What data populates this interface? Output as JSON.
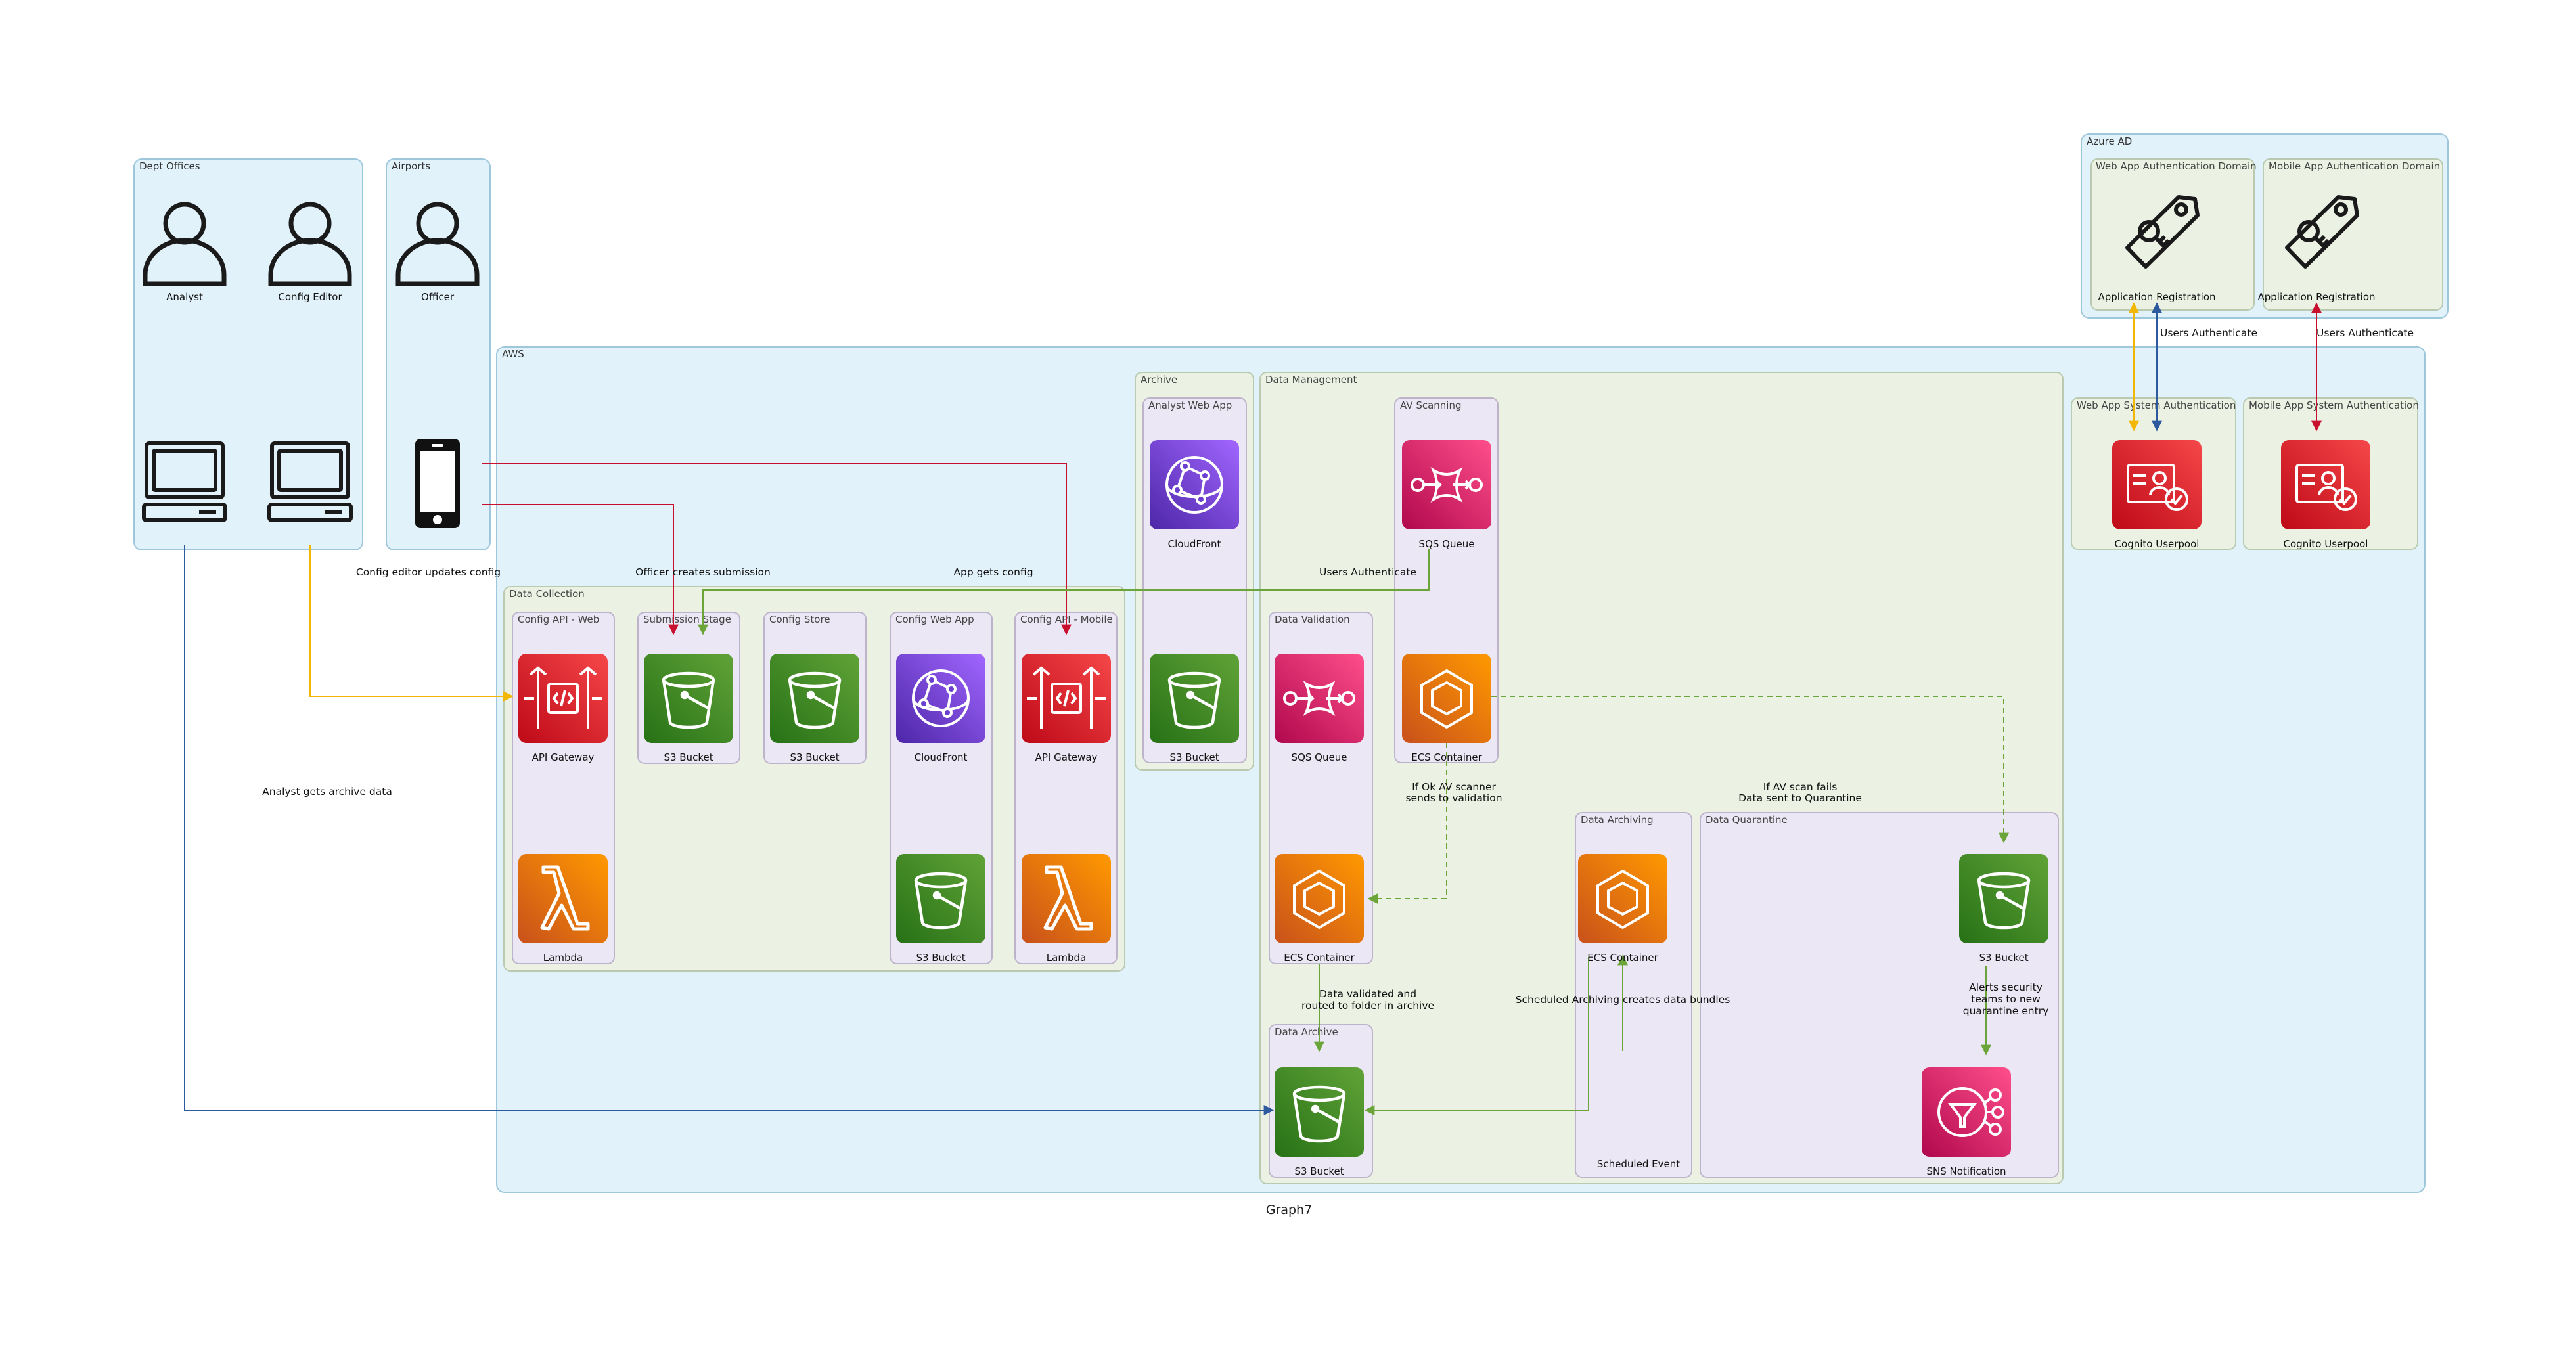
{
  "title": "Graph7",
  "colors": {
    "person_bg": "#e1f2fb",
    "person_stroke": "#9fc7dc",
    "aws_bg": "#e1f2fb",
    "group_bg": "#ebf2e3",
    "group_stroke": "#b9cab0",
    "subgroup_bg": "#ece7f4",
    "subgroup_stroke": "#bdb4cc",
    "green_start": "#60a337",
    "green_end": "#277116",
    "red_start": "#f54749",
    "red_end": "#be0917",
    "purple_start": "#945df2",
    "purple_end": "#5a30b5",
    "pink_start": "#ff4f8b",
    "pink_end": "#bc1356",
    "orange_start": "#f78e04",
    "orange_end": "#d05c17",
    "edge_red": "#c8102e",
    "edge_yellow": "#f2b705",
    "edge_green": "#6ba539",
    "edge_blue": "#2d5a9e"
  },
  "clusters": {
    "dept_offices": "Dept Offices",
    "airports": "Airports",
    "azure_ad": "Azure AD",
    "web_auth_domain": "Web App Authentication Domain",
    "mobile_auth_domain": "Mobile App Authentication Domain",
    "aws": "AWS",
    "web_sys_auth": "Web App System Authentication",
    "mobile_sys_auth": "Mobile App System Authentication",
    "archive": "Archive",
    "analyst_web_app": "Analyst Web App",
    "data_management": "Data Management",
    "av_scanning": "AV Scanning",
    "data_validation": "Data Validation",
    "data_archiving": "Data Archiving",
    "data_quarantine": "Data Quarantine",
    "data_archive": "Data Archive",
    "data_collection": "Data Collection",
    "config_api_web": "Config API - Web",
    "submission_stage": "Submission Stage",
    "config_store": "Config Store",
    "config_web_app": "Config Web App",
    "config_api_mobile": "Config API - Mobile"
  },
  "nodes": {
    "analyst": {
      "label": "Analyst",
      "icon": "user-icon"
    },
    "config_editor": {
      "label": "Config Editor",
      "icon": "user-icon"
    },
    "officer": {
      "label": "Officer",
      "icon": "user-icon"
    },
    "laptop_analyst": {
      "label": "",
      "icon": "laptop-icon"
    },
    "laptop_editor": {
      "label": "",
      "icon": "laptop-icon"
    },
    "mobile": {
      "label": "",
      "icon": "mobile-phone-icon"
    },
    "app_reg_web": {
      "label": "Application Registration",
      "icon": "app-registration-key-icon"
    },
    "app_reg_mobile": {
      "label": "Application Registration",
      "icon": "app-registration-key-icon"
    },
    "cognito_web": {
      "label": "Cognito Userpool",
      "icon": "cognito-icon"
    },
    "cognito_mobile": {
      "label": "Cognito Userpool",
      "icon": "cognito-icon"
    },
    "cloudfront_archive": {
      "label": "CloudFront",
      "icon": "cloudfront-icon"
    },
    "s3_archive_app": {
      "label": "S3 Bucket",
      "icon": "s3-bucket-icon"
    },
    "sqs_av": {
      "label": "SQS Queue",
      "icon": "sqs-queue-icon"
    },
    "ecs_av": {
      "label": "ECS Container",
      "icon": "ecs-container-icon"
    },
    "sqs_validation": {
      "label": "SQS Queue",
      "icon": "sqs-queue-icon"
    },
    "ecs_validation": {
      "label": "ECS Container",
      "icon": "ecs-container-icon"
    },
    "ecs_archiving": {
      "label": "ECS Container",
      "icon": "ecs-container-icon"
    },
    "scheduled_event": {
      "label": "Scheduled Event",
      "icon": ""
    },
    "s3_quarantine": {
      "label": "S3 Bucket",
      "icon": "s3-bucket-icon"
    },
    "sns": {
      "label": "SNS Notification",
      "icon": "sns-notification-icon"
    },
    "s3_data_archive": {
      "label": "S3 Bucket",
      "icon": "s3-bucket-icon"
    },
    "apigw_web": {
      "label": "API Gateway",
      "icon": "api-gateway-icon"
    },
    "lambda_web": {
      "label": "Lambda",
      "icon": "lambda-icon"
    },
    "s3_submission": {
      "label": "S3 Bucket",
      "icon": "s3-bucket-icon"
    },
    "s3_config_store": {
      "label": "S3 Bucket",
      "icon": "s3-bucket-icon"
    },
    "cloudfront_config": {
      "label": "CloudFront",
      "icon": "cloudfront-icon"
    },
    "s3_config_web": {
      "label": "S3 Bucket",
      "icon": "s3-bucket-icon"
    },
    "apigw_mobile": {
      "label": "API Gateway",
      "icon": "api-gateway-icon"
    },
    "lambda_mobile": {
      "label": "Lambda",
      "icon": "lambda-icon"
    }
  },
  "edges": {
    "users_auth_web": "Users Authenticate",
    "users_auth_mobile": "Users Authenticate",
    "users_auth_sqs": "Users Authenticate",
    "config_editor_updates": "Config editor updates config",
    "officer_creates": "Officer creates submission",
    "app_gets_config": "App gets config",
    "analyst_gets_archive": "Analyst gets archive data",
    "av_ok_1": "If Ok AV scanner",
    "av_ok_2": "sends to validation",
    "av_fail_1": "If AV scan fails",
    "av_fail_2": "Data sent to Quarantine",
    "validated_1": "Data validated and",
    "validated_2": "routed to folder in archive",
    "archiving_bundles": "Scheduled Archiving creates data bundles",
    "alerts_1": "Alerts security",
    "alerts_2": "teams to new",
    "alerts_3": "quarantine entry"
  }
}
